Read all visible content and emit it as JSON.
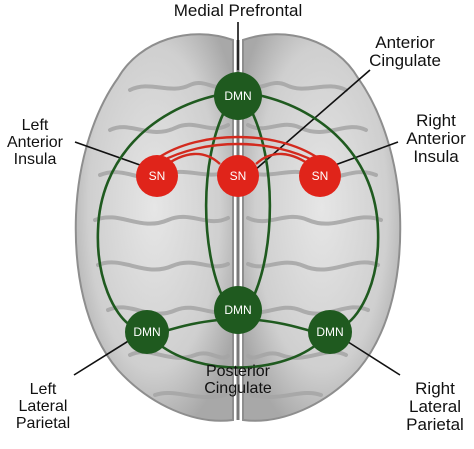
{
  "colors": {
    "dmn_node": "#1f5a1f",
    "dmn_edge": "#1f5a1f",
    "sn_node": "#e0241a",
    "sn_edge": "#d32a1e",
    "brain_fill": "#d6d6d6",
    "brain_shadow": "#9a9a9a",
    "leader_line": "#111111"
  },
  "networks": {
    "dmn_label": "DMN",
    "sn_label": "SN"
  },
  "labels": {
    "medial_prefrontal": "Medial Prefrontal",
    "anterior_cingulate": "Anterior\nCingulate",
    "left_anterior_insula": "Left\nAnterior\nInsula",
    "right_anterior_insula": "Right\nAnterior\nInsula",
    "posterior_cingulate": "Posterior\nCingulate",
    "left_lateral_parietal": "Left\nLateral\nParietal",
    "right_lateral_parietal": "Right\nLateral\nParietal"
  }
}
